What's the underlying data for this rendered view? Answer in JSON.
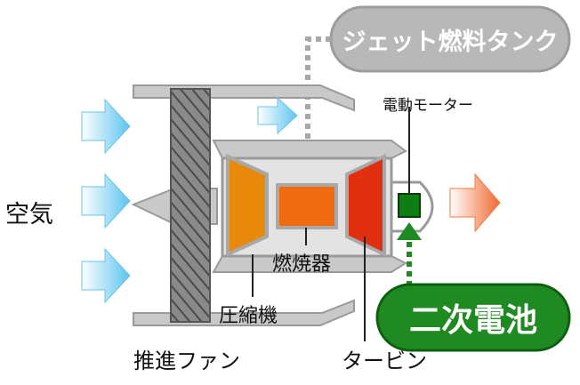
{
  "labels": {
    "fuel_tank": "ジェット燃料タンク",
    "electric_motor": "電動モーター",
    "air": "空気",
    "combustor": "燃焼器",
    "compressor": "圧縮機",
    "battery": "二次電池",
    "fan": "推進ファン",
    "turbine": "タービン"
  },
  "colors": {
    "casing": "#9a9a9a",
    "casing_fill": "#c7c7c7",
    "fan_blade": "#6a6a6a",
    "compressor": "#e8890c",
    "combustor": "#f06a10",
    "turbine": "#e03010",
    "motor": "#0e7d12",
    "battery": "#1f8a22",
    "air_arrow": "#7fd0f0",
    "exhaust_arrow": "#f58a55",
    "fuel_tank": "#b5b5b5"
  }
}
